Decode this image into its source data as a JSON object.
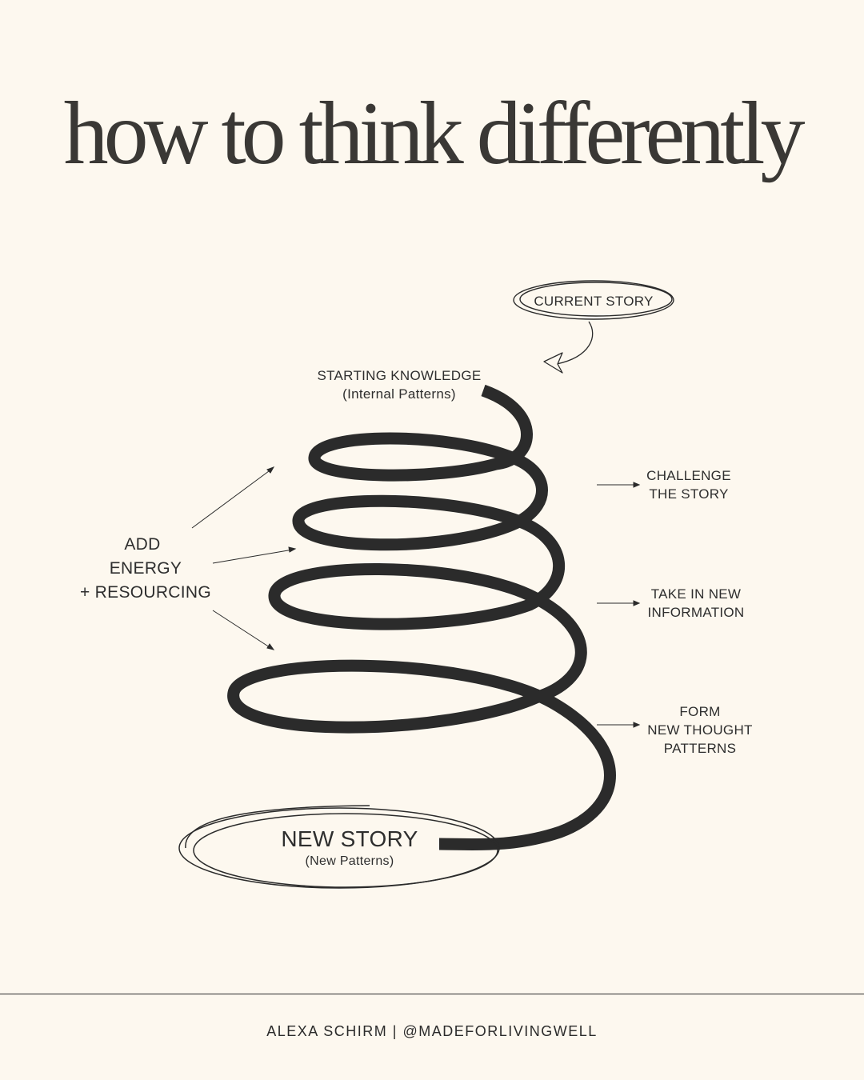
{
  "title": "how to think differently",
  "labels": {
    "current_story": "CURRENT STORY",
    "starting_knowledge": "STARTING KNOWLEDGE",
    "starting_knowledge_sub": "(Internal Patterns)",
    "add_line1": "ADD",
    "add_line2": "ENERGY",
    "add_line3": "+ RESOURCING",
    "challenge_line1": "CHALLENGE",
    "challenge_line2": "THE STORY",
    "take_line1": "TAKE IN NEW",
    "take_line2": "INFORMATION",
    "form_line1": "FORM",
    "form_line2": "NEW THOUGHT",
    "form_line3": "PATTERNS",
    "new_story": "NEW STORY",
    "new_story_sub": "(New Patterns)"
  },
  "footer": "ALEXA SCHIRM | @MADEFORLIVINGWELL",
  "colors": {
    "background": "#fdf8ef",
    "ink": "#2b2b2b"
  }
}
